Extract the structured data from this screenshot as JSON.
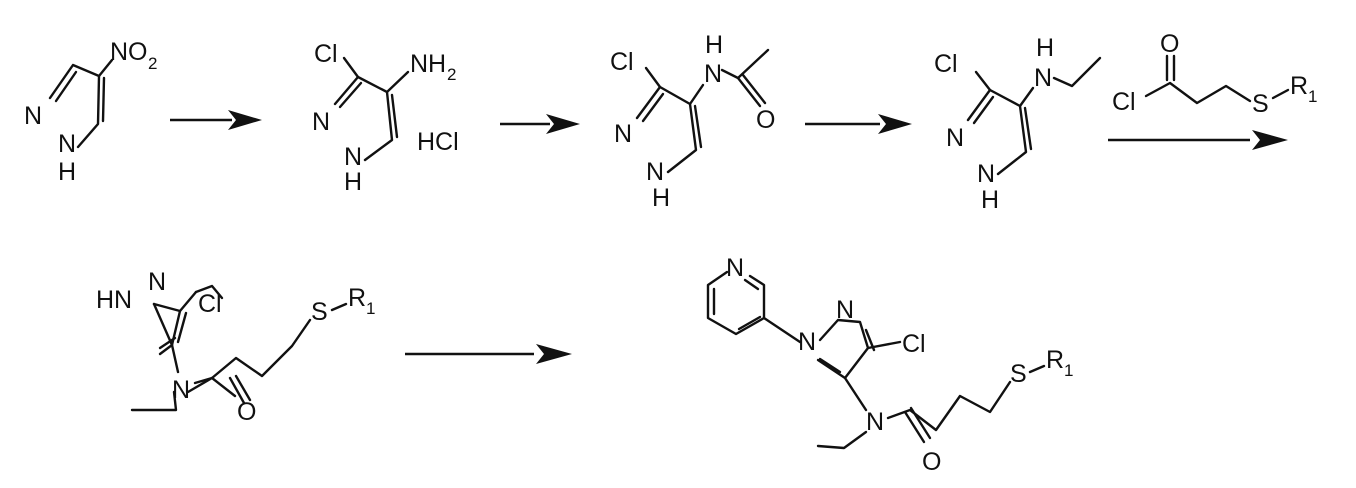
{
  "labels": {
    "nitro_group": "NO",
    "nitro_sub": "2",
    "ring_n": "N",
    "ring_nh": "N",
    "ring_h": "H",
    "chloro": "Cl",
    "amino_group": "NH",
    "amino_sub": "2",
    "hcl_salt": "HCl",
    "amide_nh": "N",
    "amide_h": "H",
    "oxygen": "O",
    "sulfur": "S",
    "r_group": "R",
    "r_sub": "1",
    "ring_hn": "HN",
    "pyridine_n": "N"
  },
  "colors": {
    "ink": "#111111",
    "background": "#ffffff"
  }
}
